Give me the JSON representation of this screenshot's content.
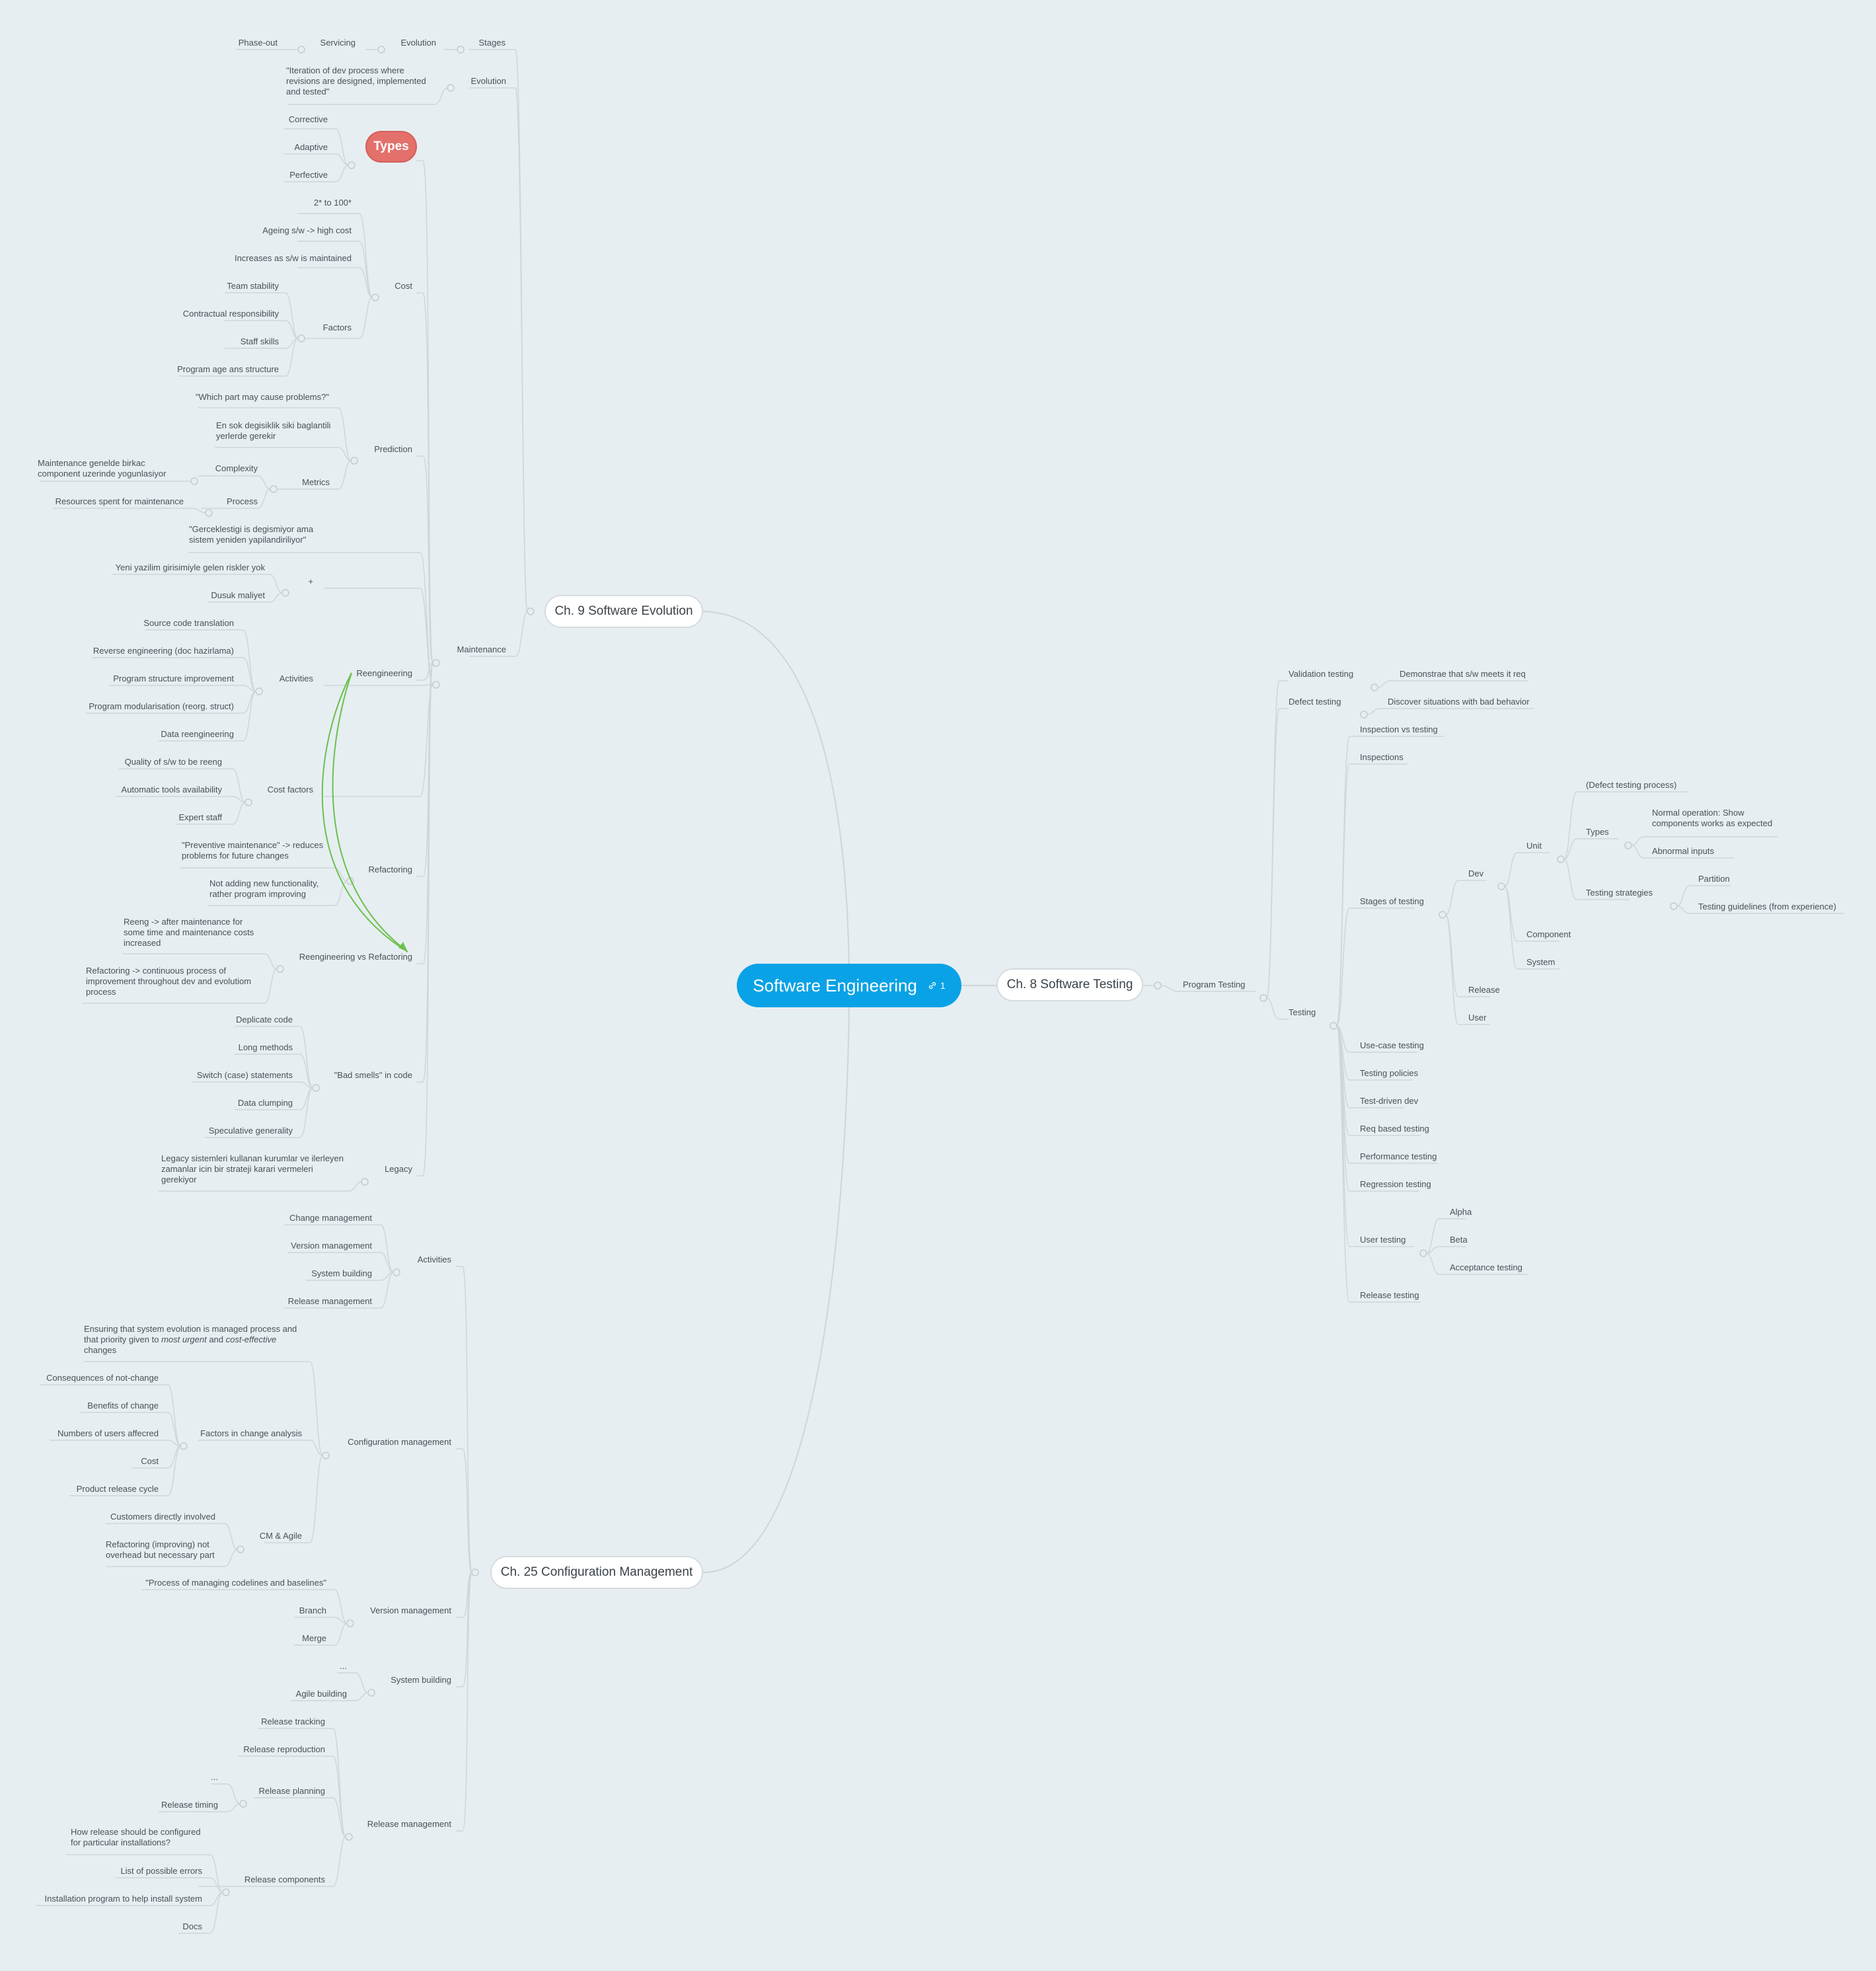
{
  "central": {
    "title": "Software Engineering",
    "link_count": "1"
  },
  "branches": {
    "ch9": "Ch. 9 Software Evolution",
    "ch8": "Ch. 8 Software Testing",
    "ch25": "Ch. 25 Configuration Management"
  },
  "ch9": {
    "stages": "Stages",
    "evolution_stage": "Evolution",
    "servicing": "Servicing",
    "phase_out": "Phase-out",
    "evolution": "Evolution",
    "evolution_def": "\"Iteration of dev process where revisions are designed, implemented and tested\"",
    "maintenance": "Maintenance",
    "types": "Types",
    "corrective": "Corrective",
    "adaptive": "Adaptive",
    "perfective": "Perfective",
    "cost": "Cost",
    "cost_range": "2* to 100*",
    "ageing": "Ageing s/w -> high cost",
    "increases": "Increases as s/w is maintained",
    "factors": "Factors",
    "team_stability": "Team stability",
    "contractual": "Contractual responsibility",
    "staff_skills": "Staff skills",
    "program_age": "Program age ans structure",
    "prediction": "Prediction",
    "which_part": "\"Which part may cause problems?\"",
    "en_sok": "En sok degisiklik siki baglantili yerlerde gerekir",
    "metrics": "Metrics",
    "complexity": "Complexity",
    "complexity_note": "Maintenance genelde birkac component uzerinde  yogunlasiyor",
    "process": "Process",
    "process_note": "Resources spent for maintenance",
    "reengineering": "Reengineering",
    "reeng_def": "\"Gerceklestigi is degismiyor ama sistem yeniden yapilandiriliyor\"",
    "plus": "+",
    "yeni": "Yeni yazilim girisimiyle gelen riskler yok",
    "dusuk": "Dusuk maliyet",
    "activities": "Activities",
    "source_code": "Source code translation",
    "reverse": "Reverse engineering (doc hazirlama)",
    "program_structure": "Program structure improvement",
    "program_modular": "Program modularisation (reorg. struct)",
    "data_reeng": "Data reengineering",
    "cost_factors": "Cost factors",
    "quality": "Quality of s/w to be reeng",
    "automatic": "Automatic tools availability",
    "expert": "Expert staff",
    "refactoring": "Refactoring",
    "preventive": "\"Preventive maintenance\" -> reduces problems for future changes",
    "not_adding": "Not adding new functionality, rather program improving",
    "reeng_vs_ref": "Reengineering vs Refactoring",
    "reeng_after": "Reeng -> after maintenance for some time and maintenance costs increased",
    "ref_continuous": "Refactoring -> continuous process of improvement throughout dev and evolutiom process",
    "bad_smells": "\"Bad smells\" in code",
    "deplicate": "Deplicate code",
    "long_methods": "Long methods",
    "switch": "Switch (case) statements",
    "data_clumping": "Data clumping",
    "speculative": "Speculative generality",
    "legacy": "Legacy",
    "legacy_note": "Legacy sistemleri kullanan kurumlar ve ilerleyen zamanlar icin bir strateji karari vermeleri gerekiyor"
  },
  "ch8": {
    "program_testing": "Program Testing",
    "validation": "Validation testing",
    "validation_note": "Demonstrae that s/w meets it req",
    "defect": "Defect testing",
    "defect_note": "Discover situations with bad behavior",
    "testing": "Testing",
    "inspection_vs": "Inspection vs testing",
    "inspections": "Inspections",
    "stages": "Stages of testing",
    "dev": "Dev",
    "unit": "Unit",
    "defect_process": "(Defect testing process)",
    "types": "Types",
    "normal_op": "Normal operation: Show components works as expected",
    "abnormal": "Abnormal inputs",
    "strategies": "Testing strategies",
    "partition": "Partition",
    "guidelines": "Testing guidelines (from experience)",
    "component": "Component",
    "system": "System",
    "release": "Release",
    "user": "User",
    "use_case": "Use-case testing",
    "policies": "Testing policies",
    "tdd": "Test-driven dev",
    "req_based": "Req based testing",
    "performance": "Performance testing",
    "regression": "Regression testing",
    "user_testing": "User testing",
    "alpha": "Alpha",
    "beta": "Beta",
    "acceptance": "Acceptance testing",
    "release_testing": "Release testing"
  },
  "ch25": {
    "activities": "Activities",
    "change_mgmt": "Change management",
    "version_mgmt": "Version management",
    "system_building": "System building",
    "release_mgmt": "Release management",
    "config_mgmt": "Configuration management",
    "ensuring_1": "Ensuring that system evolution is managed process and that priority given to ",
    "most_urgent": "most urgent",
    "and": " and ",
    "cost_effective": "cost-effective",
    "ensuring_2": " changes",
    "factors": "Factors in change analysis",
    "consequences": "Consequences of not-change",
    "benefits": "Benefits of change",
    "numbers": "Numbers of users affecred",
    "cost": "Cost",
    "product_release": "Product release cycle",
    "cm_agile": "CM & Agile",
    "customers": "Customers directly involved",
    "refactoring_note": "Refactoring (improving) not overhead but necessary part",
    "version_mgmt2": "Version management",
    "process_def": "\"Process of managing codelines and baselines\"",
    "branch": "Branch",
    "merge": "Merge",
    "system_building2": "System building",
    "ellipsis1": "...",
    "agile_building": "Agile building",
    "release_mgmt2": "Release management",
    "release_tracking": "Release tracking",
    "release_reproduction": "Release reproduction",
    "release_planning": "Release planning",
    "ellipsis2": "...",
    "release_timing": "Release timing",
    "release_components": "Release components",
    "how_release": "How release should be configured for particular installations?",
    "list_errors": "List of possible errors",
    "installation": "Installation program to help install system",
    "docs": "Docs"
  },
  "colors": {
    "background": "#e6eef2",
    "central": "#0aa2e6",
    "types_marker": "#e3706b",
    "relationship": "#6cc04a",
    "line": "#cfd6da"
  },
  "relationship": {
    "from": "Reengineering",
    "to": "Reengineering vs Refactoring"
  }
}
